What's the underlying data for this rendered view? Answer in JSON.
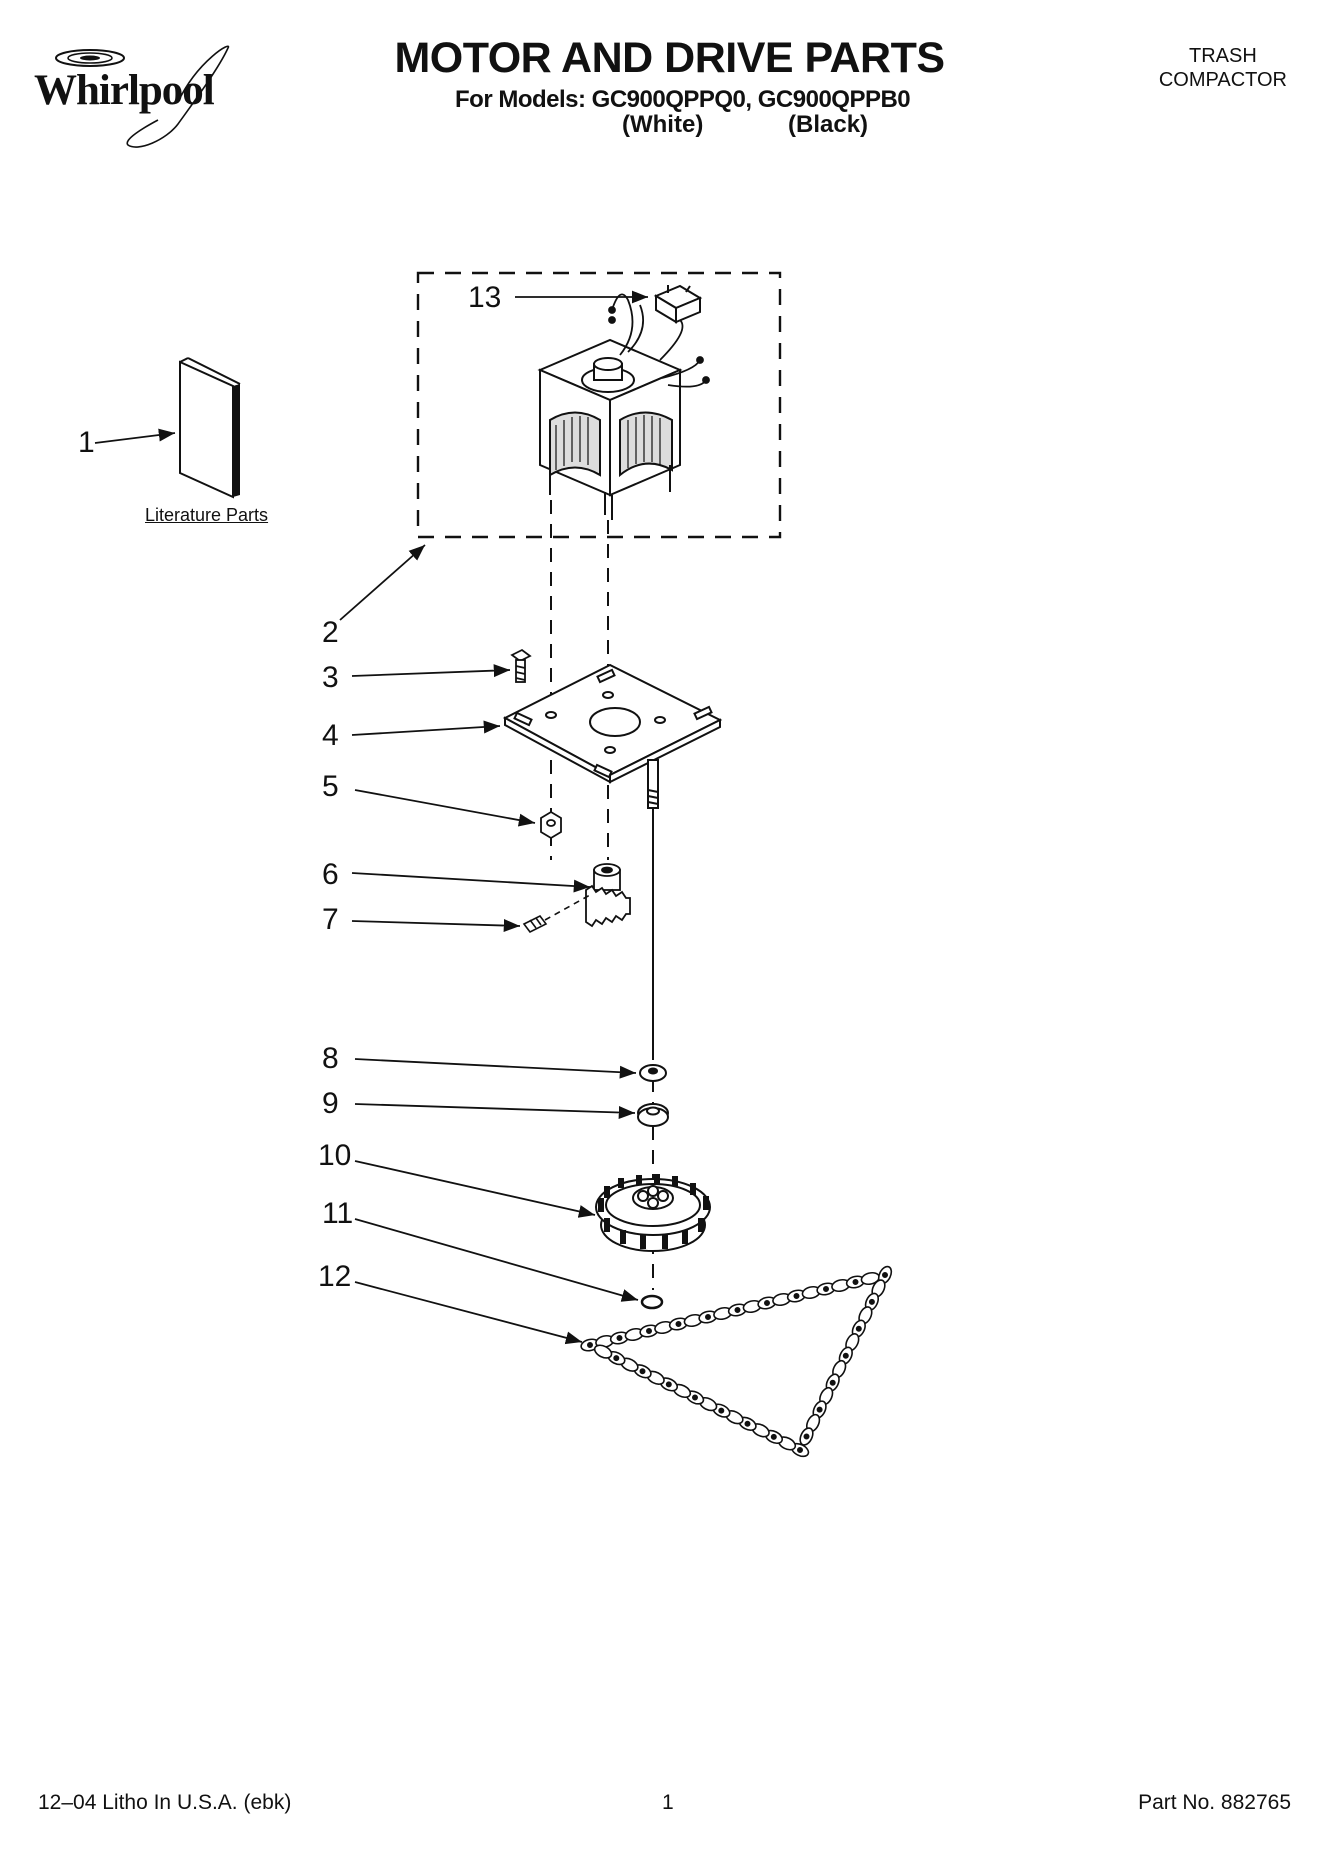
{
  "brand": {
    "name": "Whirlpool",
    "icon": "whirlpool-swirl-logo"
  },
  "header": {
    "title": "MOTOR AND DRIVE PARTS",
    "subtitle": "For Models: GC900QPPQ0, GC900QPPB0",
    "variant_white": "(White)",
    "variant_black": "(Black)",
    "category_line1": "TRASH",
    "category_line2": "COMPACTOR"
  },
  "diagram": {
    "literature_label": "Literature Parts",
    "callouts": [
      "1",
      "2",
      "3",
      "4",
      "5",
      "6",
      "7",
      "8",
      "9",
      "10",
      "11",
      "12",
      "13"
    ]
  },
  "footer": {
    "left": "12–04 Litho In U.S.A. (ebk)",
    "page": "1",
    "part_no": "Part No. 882765"
  }
}
